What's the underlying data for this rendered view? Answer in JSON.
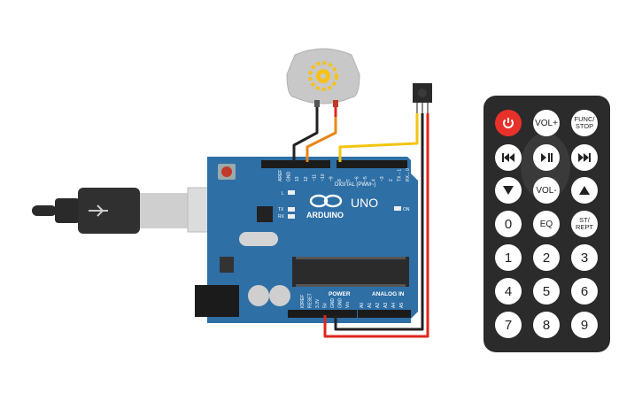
{
  "board": {
    "brand": "ARDUINO",
    "model": "UNO",
    "digital_header": "DIGITAL (PWM~)",
    "power_header": "POWER",
    "analog_header": "ANALOG IN",
    "on_led": "ON",
    "led_l": "L",
    "led_tx": "TX",
    "led_rx": "RX",
    "digital_pins": [
      "AREF",
      "GND",
      "13",
      "12",
      "~11",
      "~10",
      "~9",
      "8",
      "7",
      "~6",
      "~5",
      "4",
      "~3",
      "2",
      "TX→1",
      "RX←0"
    ],
    "power_pins": [
      "IOREF",
      "RESET",
      "3.3V",
      "5V",
      "GND",
      "GND",
      "Vin"
    ],
    "analog_pins": [
      "A0",
      "A1",
      "A2",
      "A3",
      "A4",
      "A5"
    ]
  },
  "remote": {
    "power": "⏻",
    "vol_up": "VOL+",
    "func_stop": "FUNC/\nSTOP",
    "func_line1": "FUNC/",
    "func_line2": "STOP",
    "vol_down": "VOL-",
    "eq": "EQ",
    "strept_line1": "ST/",
    "strept_line2": "REPT",
    "numbers": [
      "0",
      "1",
      "2",
      "3",
      "4",
      "5",
      "6",
      "7",
      "8",
      "9"
    ]
  },
  "colors": {
    "board": "#2e6fa6",
    "wire_red": "#e0251b",
    "wire_black": "#222222",
    "wire_orange": "#e8861a",
    "wire_yellow": "#f2c50f",
    "motor_body": "#c8c8c8",
    "motor_fan": "#f5c21b",
    "remote_body": "#2b2b2b",
    "power_button": "#e8312a"
  },
  "icons": {
    "usb_cable": "usb-cable-icon",
    "motor": "dc-motor-icon",
    "ir_receiver": "ir-receiver-icon"
  }
}
